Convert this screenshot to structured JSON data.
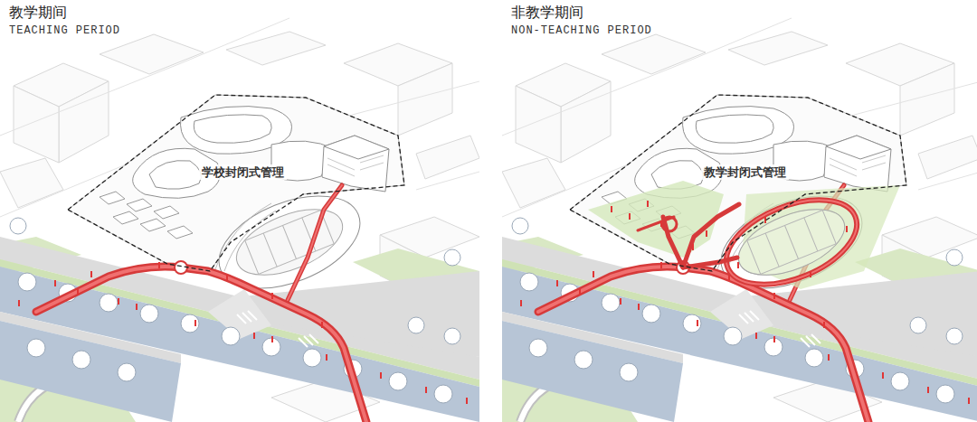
{
  "diagram": {
    "nodes": [
      {
        "text": [
          "学校封闭式管理"
        ]
      },
      {
        "text": [
          "教学封闭式管理"
        ]
      }
    ],
    "labels": [
      "教学期间",
      "TEACHING PERIOD",
      "非教学期间",
      "NON-TEACHING PERIOD"
    ]
  }
}
